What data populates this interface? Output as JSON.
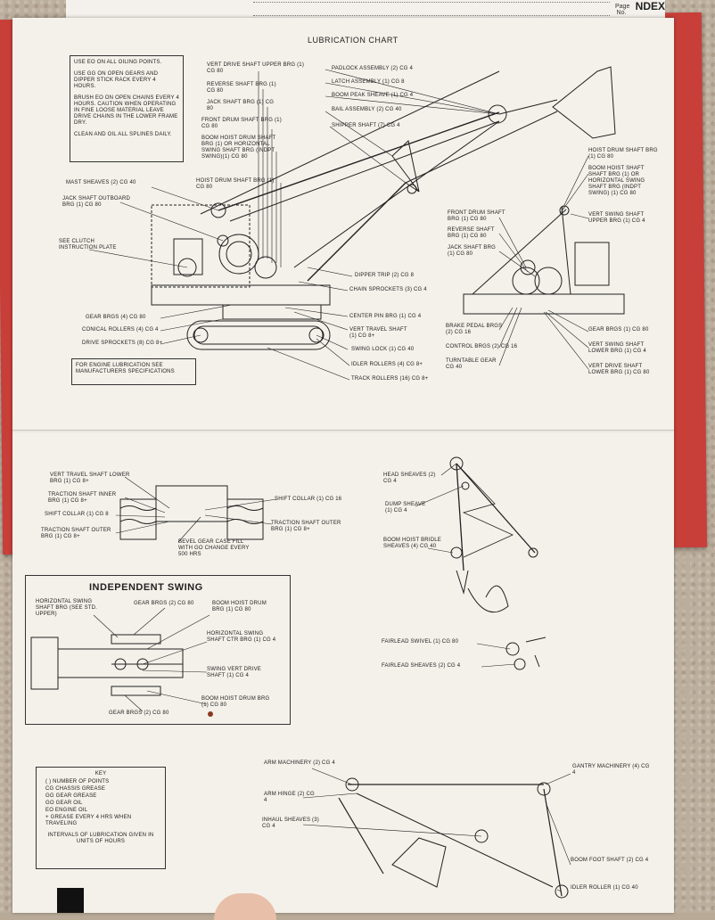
{
  "header": {
    "index": "NDEX",
    "page_tab": "Page No."
  },
  "top": {
    "title": "LUBRICATION CHART",
    "instructions": [
      "USE EO ON ALL OILING POINTS.",
      "USE GG ON OPEN GEARS AND DIPPER STICK RACK EVERY 4 HOURS.",
      "BRUSH EO ON OPEN CHAINS EVERY 4 HOURS. CAUTION WHEN OPERATING IN FINE LOOSE MATERIAL LEAVE DRIVE CHAINS IN THE LOWER FRAME DRY.",
      "CLEAN AND OIL ALL SPLINES DAILY."
    ],
    "engine_note": "FOR ENGINE LUBRICATION SEE MANUFACTURERS SPECIFICATIONS",
    "labels": {
      "vert_drive_upper": "VERT DRIVE SHAFT UPPER BRG (1) CG 80",
      "reverse_shaft": "REVERSE SHAFT BRG (1) CG 80",
      "jack_shaft": "JACK SHAFT BRG (1) CG 80",
      "front_drum": "FRONT DRUM SHAFT BRG (1) CG 80",
      "boom_hoist_drum": "BOOM HOIST DRUM SHAFT BRG (1) OR HORIZONTAL SWING SHAFT BRG (INDPT SWING)(1) CG 80",
      "hoist_drum": "HOIST DRUM SHAFT BRG (1) CG 80",
      "mast_sheaves": "MAST SHEAVES (2) CG 40",
      "jack_outboard": "JACK SHAFT OUTBOARD BRG (1) CG 80",
      "clutch": "SEE CLUTCH INSTRUCTION PLATE",
      "padlock": "PADLOCK ASSEMBLY (2) CG 4",
      "latch": "LATCH ASSEMBLY (1) CG 8",
      "boom_peak": "BOOM PEAK SHEAVE (1) CG 4",
      "bail": "BAIL ASSEMBLY (2) CG 40",
      "shipper": "SHIPPER SHAFT (7) CG 4",
      "dipper_trip": "DIPPER TRIP (2) CG 8",
      "chain_sprockets": "CHAIN SPROCKETS (3) CG 4",
      "gear_brgs": "GEAR BRGS (4) CG 80",
      "conical_rollers": "CONICAL ROLLERS (4) CG 4",
      "drive_sprockets": "DRIVE SPROCKETS (8) CG 8+",
      "center_pin": "CENTER PIN BRG (1) CG 4",
      "vert_travel": "VERT TRAVEL SHAFT (1) CG 8+",
      "swing_lock": "SWING LOCK (1) CG 40",
      "idler_rollers": "IDLER ROLLERS (4) CG 8+",
      "track_rollers": "TRACK ROLLERS (16) CG 8+",
      "hoist_drum_r": "HOIST DRUM SHAFT BRG (1) CG 80",
      "boom_hoist_r": "BOOM HOIST SHAFT SHAFT BRG (1) OR HORIZONTAL SWING SHAFT BRG (INDPT SWING) (1) CG 80",
      "front_drum_r": "FRONT DRUM SHAFT BRG (1) CG 80",
      "reverse_r": "REVERSE SHAFT BRG (1) CG 80",
      "jack_r": "JACK SHAFT BRG (1) CG 80",
      "vert_swing_upper": "VERT SWING SHAFT UPPER BRG (1) CG 4",
      "brake_pedal": "BRAKE PEDAL BRGS (2) CG 16",
      "control_brgs": "CONTROL BRGS (2) CG 16",
      "turntable": "TURNTABLE GEAR CG 40",
      "gear_brgs_r": "GEAR BRGS (1) CG 80",
      "vert_swing_lower": "VERT SWING SHAFT LOWER BRG (1) CG 4",
      "vert_drive_lower": "VERT DRIVE SHAFT LOWER BRG (1) CG 80"
    }
  },
  "middle": {
    "labels": {
      "vert_travel_lower": "VERT TRAVEL SHAFT LOWER BRG (1) CG 8+",
      "traction_inner": "TRACTION SHAFT INNER BRG (1) CG 8+",
      "shift_collar_l": "SHIFT COLLAR (1) CG 8",
      "traction_outer_l": "TRACTION SHAFT OUTER BRG (1) CG 8+",
      "shift_collar_r": "SHIFT COLLAR (1) CG 16",
      "traction_outer_r": "TRACTION SHAFT OUTER BRG (1) CG 8+",
      "bevel_gear": "BEVEL GEAR CASE FILL WITH GO CHANGE EVERY 500 HRS",
      "head_sheaves": "HEAD SHEAVES (2) CG 4",
      "dump_sheave": "DUMP SHEAVE (1) CG 4",
      "bridle": "BOOM HOIST BRIDLE SHEAVES (4) CG 40",
      "fairlead_swivel": "FAIRLEAD SWIVEL (1) CG 80",
      "fairlead_sheaves": "FAIRLEAD SHEAVES (2) CG 4"
    },
    "swing": {
      "title": "INDEPENDENT SWING",
      "horizontal": "HORIZONTAL SWING SHAFT BRG (SEE STD. UPPER)",
      "gear_brgs_top": "GEAR BRGS (2) CG 80",
      "boom_hoist_top": "BOOM HOIST DRUM BRG (1) CG 80",
      "horizontal_ctr": "HORIZONTAL SWING SHAFT CTR BRG (1) CG 4",
      "swing_vert": "SWING VERT DRIVE SHAFT (1) CG 4",
      "boom_hoist_bottom": "BOOM HOIST DRUM BRG (1) CG 80",
      "gear_brgs_bottom": "GEAR BRGS (2) CG 80"
    }
  },
  "bottom": {
    "key": {
      "title": "KEY",
      "items": [
        "( ) NUMBER OF POINTS",
        "CG CHASSIS GREASE",
        "GG GEAR GREASE",
        "GO GEAR OIL",
        "EO ENGINE OIL",
        "+ GREASE EVERY 4 HRS WHEN TRAVELING"
      ],
      "intervals": "INTERVALS OF LUBRICATION GIVEN IN UNITS OF HOURS"
    },
    "labels": {
      "arm_machinery": "ARM MACHINERY (2) CG 4",
      "arm_hinge": "ARM HINGE (2) CG 4",
      "inhaul": "INHAUL SHEAVES (3) CG 4",
      "gantry": "GANTRY MACHINERY (4) CG 4",
      "boom_foot": "BOOM FOOT SHAFT (2) CG 4",
      "idler_roller": "IDLER ROLLER (1) CG 40"
    }
  }
}
